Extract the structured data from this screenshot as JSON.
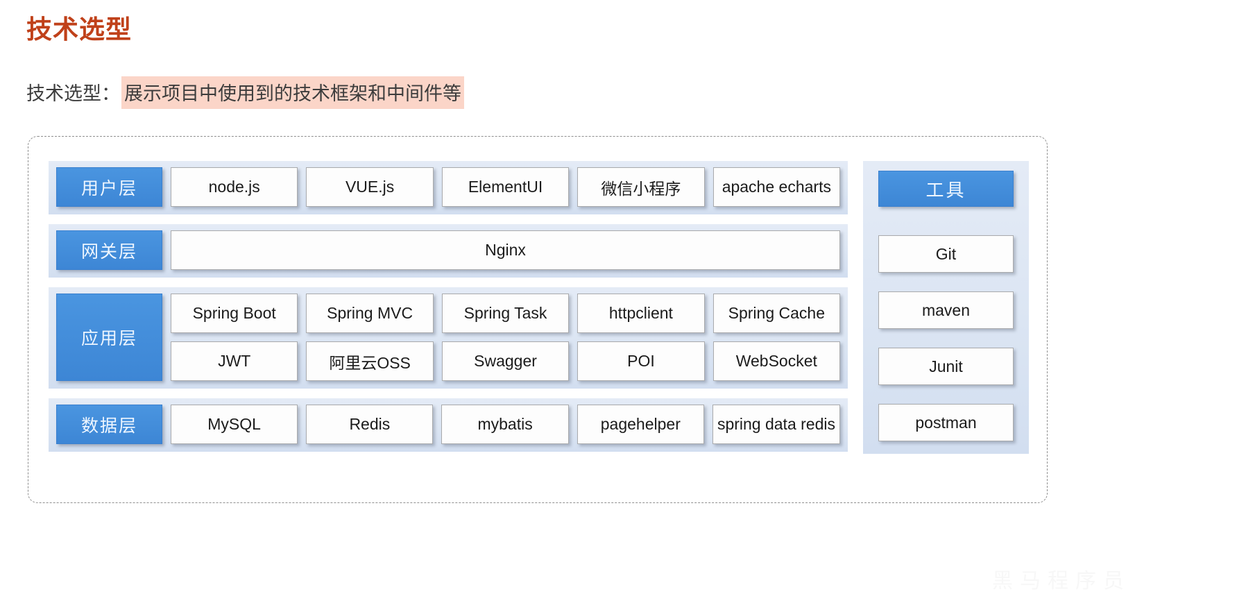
{
  "header": {
    "title": "技术选型",
    "subtitle_label": "技术选型：",
    "subtitle_highlight": "展示项目中使用到的技术框架和中间件等",
    "title_color": "#c0411a",
    "highlight_color": "#fbd5c8"
  },
  "theme": {
    "label_blue": "#4290dd",
    "band_bg": "#dbe5f3",
    "card_bg": "#fdfdfd",
    "card_border": "#a9aaac"
  },
  "diagram": {
    "bands": [
      {
        "id": "user",
        "label": "用户层",
        "rows": [
          [
            "node.js",
            "VUE.js",
            "ElementUI",
            "微信小程序",
            "apache echarts"
          ]
        ]
      },
      {
        "id": "gateway",
        "label": "网关层",
        "rows": [
          [
            "Nginx"
          ]
        ]
      },
      {
        "id": "application",
        "label": "应用层",
        "rows": [
          [
            "Spring Boot",
            "Spring MVC",
            "Spring Task",
            "httpclient",
            "Spring Cache"
          ],
          [
            "JWT",
            "阿里云OSS",
            "Swagger",
            "POI",
            "WebSocket"
          ]
        ]
      },
      {
        "id": "data",
        "label": "数据层",
        "rows": [
          [
            "MySQL",
            "Redis",
            "mybatis",
            "pagehelper",
            "spring data redis"
          ]
        ]
      }
    ],
    "tools": {
      "title": "工具",
      "items": [
        "Git",
        "maven",
        "Junit",
        "postman"
      ]
    }
  },
  "watermark": "黑马程序员"
}
